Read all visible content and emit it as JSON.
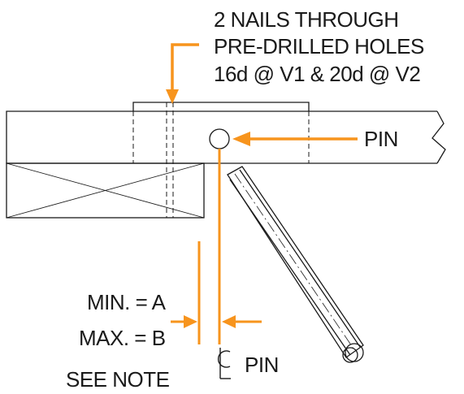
{
  "labels": {
    "nail_note_line1": "2 NAILS THROUGH",
    "nail_note_line2": "PRE-DRILLED HOLES",
    "nail_note_line3": "16d @ V1 & 20d @ V2",
    "pin": "PIN",
    "min": "MIN. = A",
    "max": "MAX. = B",
    "see_note": "SEE NOTE",
    "centerline_pin": "PIN"
  },
  "colors": {
    "callout": "#f7941d",
    "line": "#1a1a1a"
  },
  "icons": {
    "centerline_symbol": "centerline-icon"
  }
}
